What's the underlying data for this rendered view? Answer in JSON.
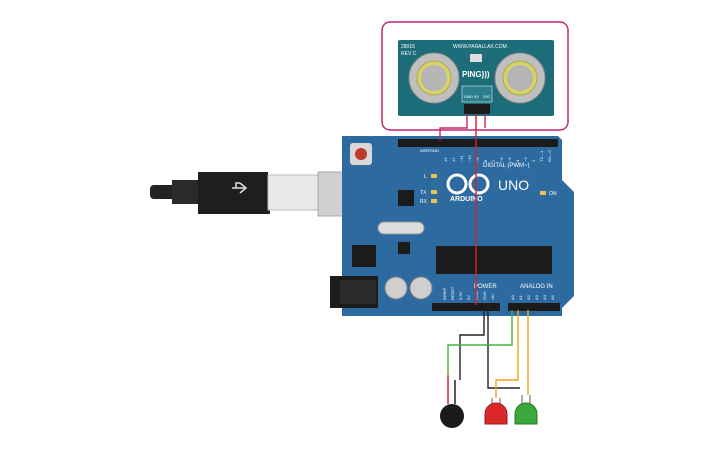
{
  "sensor": {
    "model": "28015",
    "rev": "REV C",
    "site": "WWW.PARALLAX.COM",
    "name": "PING)))",
    "pins": [
      "GND",
      "5V",
      "SIG"
    ]
  },
  "board": {
    "logo_text": "ARDUINO",
    "model": "UNO",
    "digital_label": "DIGITAL (PWM~)",
    "power_label": "POWER",
    "analog_label": "ANALOG IN",
    "aref": "AREF",
    "gnd": "GND",
    "top_pins": [
      "13",
      "12",
      "~11",
      "~10",
      "~9",
      "8",
      "7",
      "~6",
      "~5",
      "4",
      "~3",
      "2",
      "TX→1",
      "RX←0"
    ],
    "power_pins": [
      "IOREF",
      "RESET",
      "3.3V",
      "5V",
      "GND",
      "GND",
      "Vin"
    ],
    "analog_pins": [
      "A0",
      "A1",
      "A2",
      "A3",
      "A4",
      "A5"
    ],
    "led_l": "L",
    "led_tx": "TX",
    "led_rx": "RX",
    "led_on": "ON"
  },
  "colors": {
    "board": "#2d6aa0",
    "selection": "#c2266d",
    "wire_red": "#d6222a",
    "wire_green": "#46b041",
    "wire_orange": "#f0a21e",
    "wire_black": "#222222",
    "led_red": "#d8282a",
    "led_green": "#3aa83a"
  }
}
